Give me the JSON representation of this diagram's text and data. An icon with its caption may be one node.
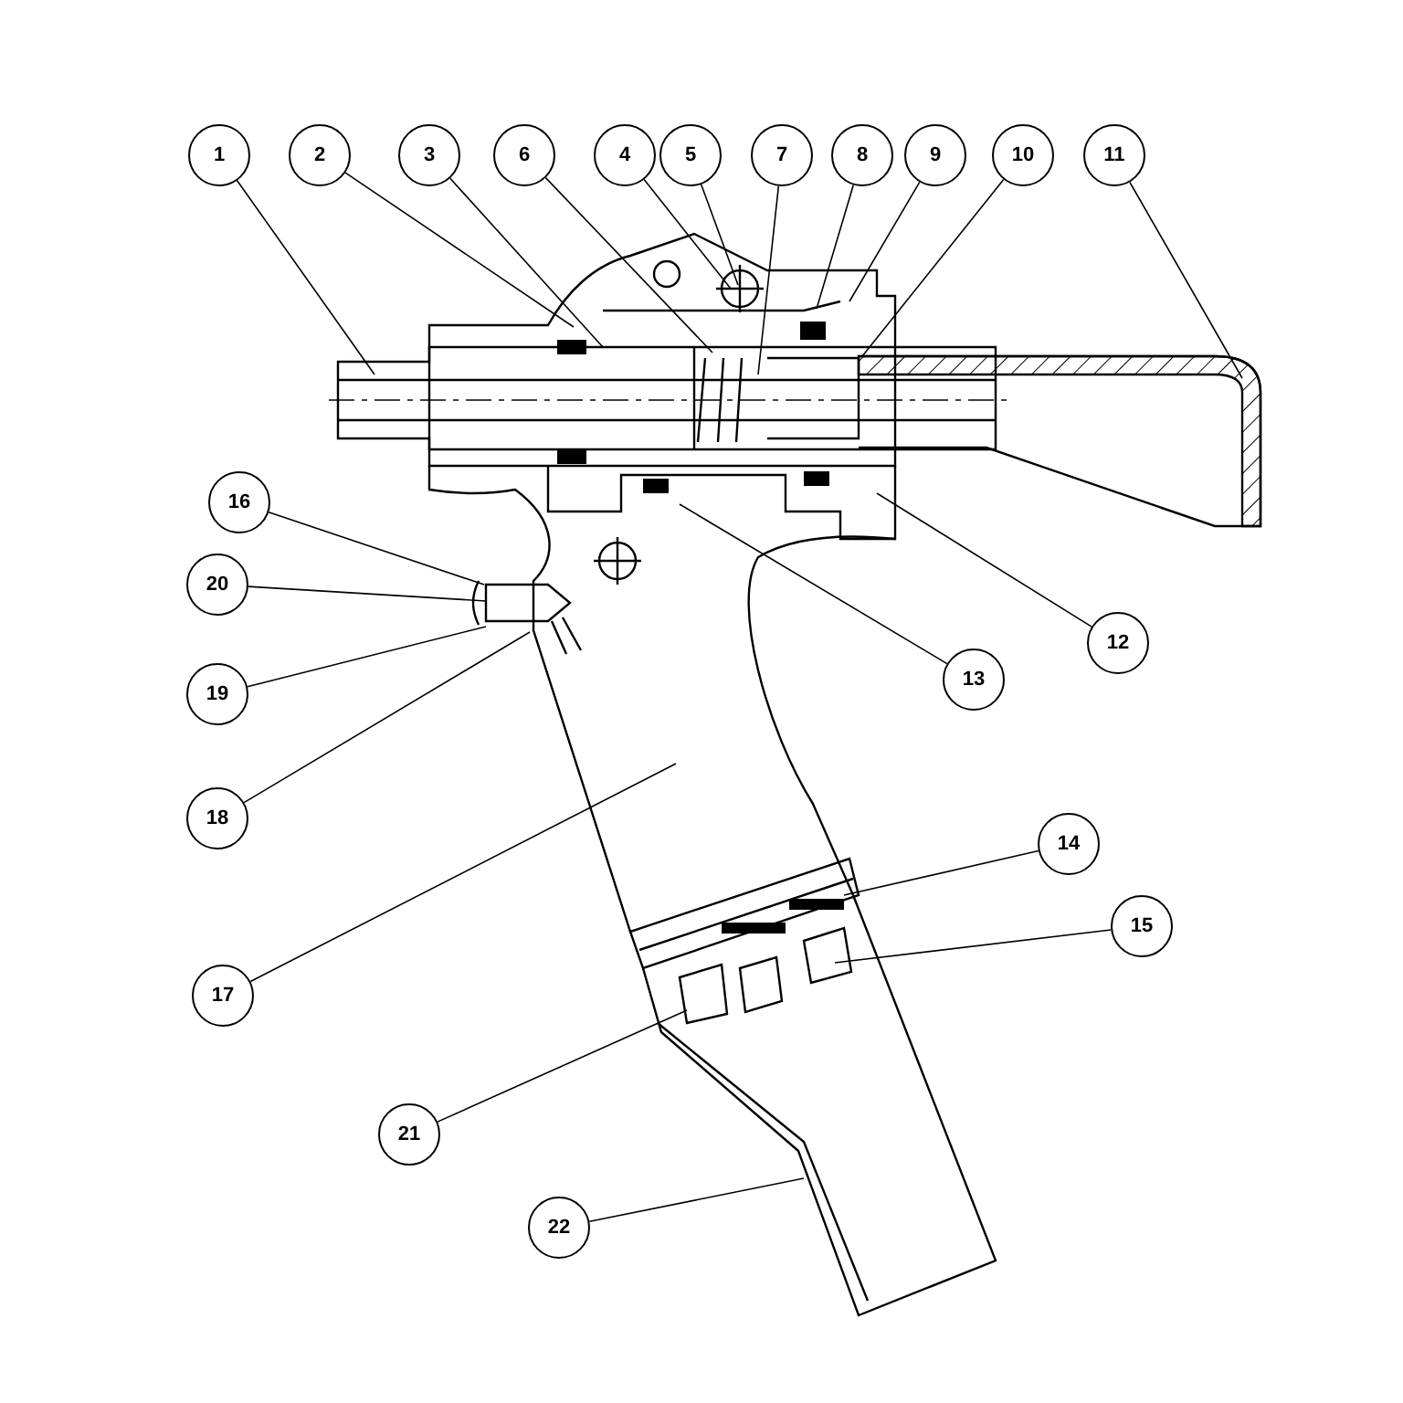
{
  "diagram": {
    "nodes": [
      {
        "text": [
          "1"
        ]
      },
      {
        "text": [
          "2"
        ]
      },
      {
        "text": [
          "3"
        ]
      },
      {
        "text": [
          "6"
        ]
      },
      {
        "text": [
          "4"
        ]
      },
      {
        "text": [
          "5"
        ]
      },
      {
        "text": [
          "7"
        ]
      },
      {
        "text": [
          "8"
        ]
      },
      {
        "text": [
          "9"
        ]
      },
      {
        "text": [
          "10"
        ]
      },
      {
        "text": [
          "11"
        ]
      },
      {
        "text": [
          "16"
        ]
      },
      {
        "text": [
          "20"
        ]
      },
      {
        "text": [
          "12"
        ]
      },
      {
        "text": [
          "13"
        ]
      },
      {
        "text": [
          "19"
        ]
      },
      {
        "text": [
          "18"
        ]
      },
      {
        "text": [
          "14"
        ]
      },
      {
        "text": [
          "15"
        ]
      },
      {
        "text": [
          "17"
        ]
      },
      {
        "text": [
          "21"
        ]
      },
      {
        "text": [
          "22"
        ]
      }
    ],
    "edges": [
      {
        "from": 0,
        "to": null,
        "arrow": "none"
      },
      {
        "from": 1,
        "to": null,
        "arrow": "none"
      },
      {
        "from": 2,
        "to": null,
        "arrow": "none"
      },
      {
        "from": 3,
        "to": null,
        "arrow": "none"
      },
      {
        "from": 4,
        "to": null,
        "arrow": "none"
      },
      {
        "from": 5,
        "to": null,
        "arrow": "none"
      },
      {
        "from": 6,
        "to": null,
        "arrow": "none"
      },
      {
        "from": 7,
        "to": null,
        "arrow": "none"
      },
      {
        "from": 8,
        "to": null,
        "arrow": "none"
      },
      {
        "from": 9,
        "to": null,
        "arrow": "none"
      },
      {
        "from": 10,
        "to": null,
        "arrow": "none"
      },
      {
        "from": 11,
        "to": null,
        "arrow": "none"
      },
      {
        "from": 12,
        "to": null,
        "arrow": "none"
      },
      {
        "from": 13,
        "to": null,
        "arrow": "none"
      },
      {
        "from": 14,
        "to": null,
        "arrow": "none"
      },
      {
        "from": 15,
        "to": null,
        "arrow": "none"
      },
      {
        "from": 16,
        "to": null,
        "arrow": "none"
      },
      {
        "from": 17,
        "to": null,
        "arrow": "none"
      },
      {
        "from": 18,
        "to": null,
        "arrow": "none"
      },
      {
        "from": 19,
        "to": null,
        "arrow": "none"
      },
      {
        "from": 20,
        "to": null,
        "arrow": "none"
      },
      {
        "from": 21,
        "to": null,
        "arrow": "none"
      }
    ]
  }
}
